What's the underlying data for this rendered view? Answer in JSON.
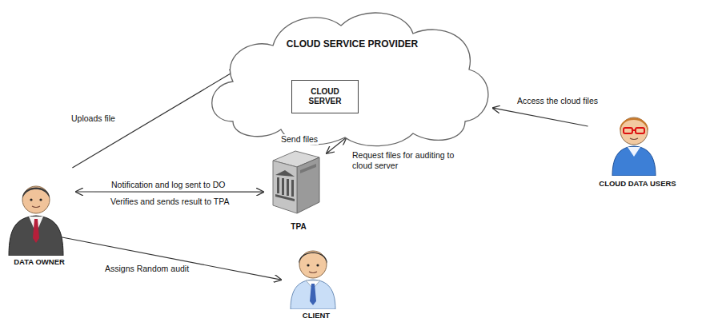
{
  "diagram": {
    "nodes": [
      {
        "text": [
          "CLOUD SERVICE PROVIDER"
        ]
      },
      {
        "text": [
          "CLOUD SERVER"
        ],
        "in": 0
      },
      {
        "text": [
          "DATA OWNER"
        ]
      },
      {
        "text": [
          "TPA"
        ]
      },
      {
        "text": [
          "CLOUD DATA USERS"
        ]
      },
      {
        "text": [
          "CLIENT"
        ]
      }
    ],
    "edges": [
      {
        "from": 2,
        "to": 0,
        "label": "Uploads file",
        "arrow": "to"
      },
      {
        "from": 4,
        "to": 0,
        "label": "Access the cloud files",
        "arrow": "to"
      },
      {
        "from": 3,
        "to": 0,
        "label": "Send files",
        "arrow": "both"
      },
      {
        "from": 2,
        "to": 3,
        "label": "Notification and log sent to DO",
        "arrow": "both"
      },
      {
        "from": 2,
        "to": 5,
        "label": "Assigns Random audit",
        "arrow": "to"
      }
    ],
    "labels": [
      "Request files for auditing to cloud server",
      "Verifies and sends result to TPA"
    ]
  }
}
